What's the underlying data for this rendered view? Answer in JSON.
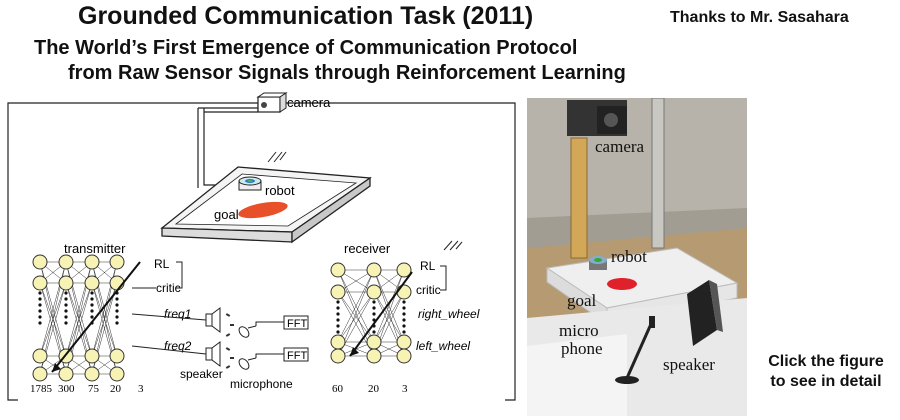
{
  "header": {
    "title": "Grounded Communication Task (2011)",
    "thanks": "Thanks to Mr. Sasahara",
    "subtitle_line1": "The World’s First Emergence of Communication Protocol",
    "subtitle_line2": "from Raw Sensor Signals through Reinforcement Learning"
  },
  "diagram": {
    "camera": "camera",
    "robot": "robot",
    "goal": "goal",
    "transmitter": "transmitter",
    "receiver": "receiver",
    "rl_left": "RL",
    "critic_left": "critic",
    "freq1": "freq1",
    "freq2": "freq2",
    "speaker": "speaker",
    "microphone": "microphone",
    "fft1": "FFT",
    "fft2": "FFT",
    "rl_right": "RL",
    "critic_right": "critic",
    "right_wheel": "right_wheel",
    "left_wheel": "left_wheel",
    "tx_layer_sizes": [
      "1785",
      "300",
      "75",
      "20",
      "3"
    ],
    "rx_layer_sizes": [
      "60",
      "20",
      "3"
    ]
  },
  "photo": {
    "camera": "camera",
    "robot": "robot",
    "goal": "goal",
    "micro": "micro",
    "phone": "phone",
    "speaker": "speaker"
  },
  "footer": {
    "click_line1": "Click the figure",
    "click_line2": "to see in detail"
  }
}
